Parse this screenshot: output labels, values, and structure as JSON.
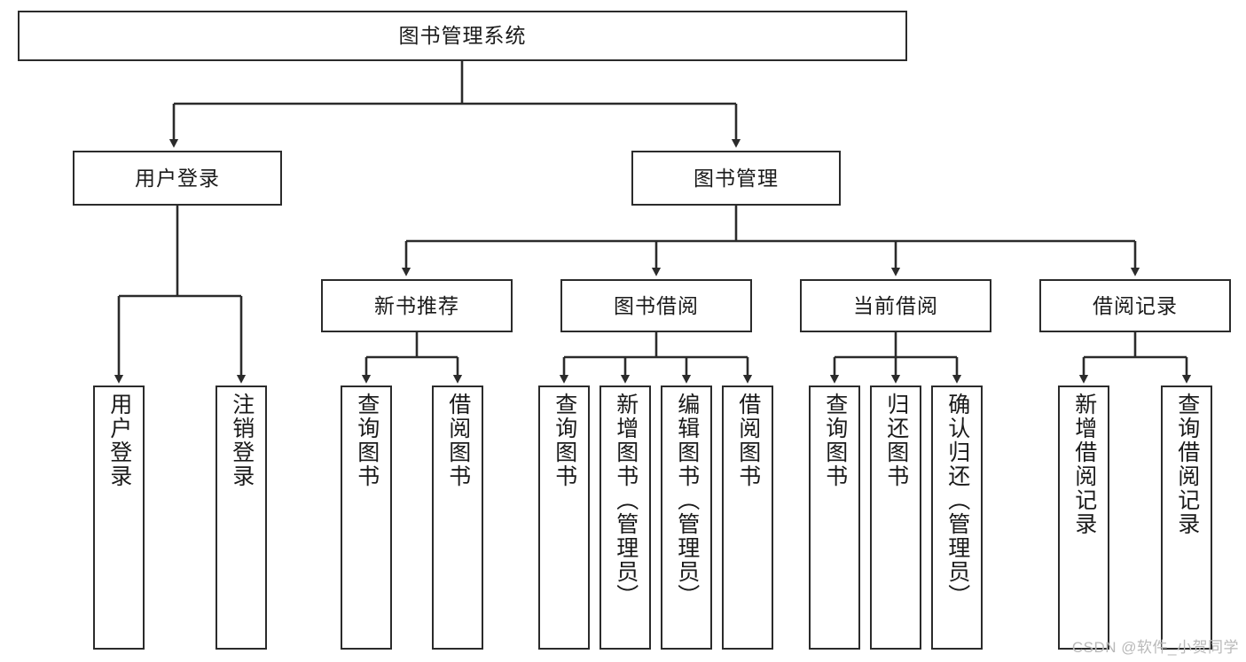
{
  "diagram": {
    "type": "tree-hierarchy",
    "title": "图书管理系统",
    "watermark": "CSDN @软件_小贺同学",
    "colors": {
      "stroke": "#2b2b2b",
      "fill": "#ffffff",
      "text": "#1a1a1a",
      "watermark": "#b9b9b9"
    },
    "nodes": {
      "root": {
        "label": "图书管理系统"
      },
      "level2": [
        {
          "label": "用户登录"
        },
        {
          "label": "图书管理"
        }
      ],
      "level3": [
        {
          "label": "新书推荐"
        },
        {
          "label": "图书借阅"
        },
        {
          "label": "当前借阅"
        },
        {
          "label": "借阅记录"
        }
      ],
      "leaves": {
        "user_login": [
          {
            "label": "用户登录"
          },
          {
            "label": "注销登录"
          }
        ],
        "new_book_recommend": [
          {
            "label": "查询图书"
          },
          {
            "label": "借阅图书"
          }
        ],
        "book_borrow": [
          {
            "label": "查询图书"
          },
          {
            "label": "新增图书（管理员）"
          },
          {
            "label": "编辑图书（管理员）"
          },
          {
            "label": "借阅图书"
          }
        ],
        "current_borrow": [
          {
            "label": "查询图书"
          },
          {
            "label": "归还图书"
          },
          {
            "label": "确认归还（管理员）"
          }
        ],
        "borrow_record": [
          {
            "label": "新增借阅记录"
          },
          {
            "label": "查询借阅记录"
          }
        ]
      }
    }
  }
}
